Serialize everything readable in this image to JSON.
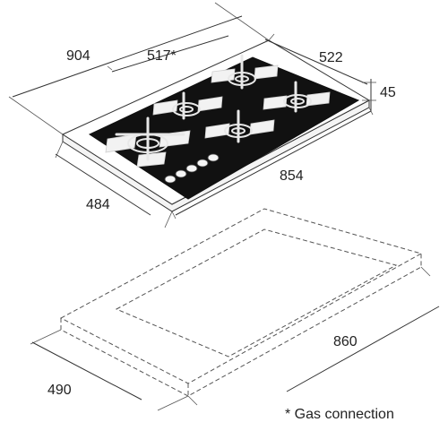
{
  "dimensions": {
    "width_overall": "904",
    "gas_offset": "517*",
    "depth_top": "522",
    "height": "45",
    "front_length": "854",
    "front_depth": "484",
    "cutout_length": "860",
    "cutout_depth": "490"
  },
  "note": "* Gas connection",
  "colors": {
    "glass_top": "#111111",
    "frame": "#ffffff",
    "line": "#333333",
    "fixture": "#f2f2f2"
  }
}
